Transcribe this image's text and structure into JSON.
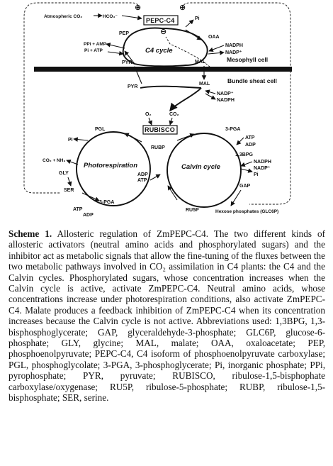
{
  "diagram": {
    "regions": {
      "mesophyll": "Mesophyll cell",
      "bundle": "Bundle sheat cell"
    },
    "cycles": {
      "c4": "C4 cycle",
      "photo": "Photorespiration",
      "calvin": "Calvin cycle"
    },
    "enzymes": {
      "pepc": "PEPC-C4",
      "rubisco": "RUBISCO"
    },
    "symbols": {
      "plus_left": "⊕",
      "plus_right": "⊕",
      "minus": "⊖"
    },
    "metabolites": {
      "atm_co2": "Atmospheric CO₂",
      "hco3": "HCO₃⁻",
      "pi_top": "Pi",
      "pep": "PEP",
      "oaa": "OAA",
      "ppi_amp": "PPi + AMP",
      "pi_atp": "Pi + ATP",
      "nadph_top": "NADPH",
      "nadp_top": "NADP⁺",
      "mal_top": "MAL",
      "pyr_top": "PYR",
      "pyr_bundle": "PYR",
      "mal_bundle": "MAL",
      "nadp_bundle": "NADP⁺",
      "nadph_bundle": "NADPH",
      "o2": "O₂",
      "co2_rub": "CO₂",
      "pgl": "PGL",
      "pi_photo": "Pi",
      "co2_nh3": "CO₂ + NH₃",
      "gly": "GLY",
      "ser": "SER",
      "pga_photo": "3-PGA",
      "atp_photo": "ATP",
      "adp_photo": "ADP",
      "rubp": "RUBP",
      "adp_mid": "ADP",
      "atp_mid": "ATP",
      "pga_calvin": "3-PGA",
      "atp_calvin": "ATP",
      "adp_calvin": "ADP",
      "bpg": "1,3BPG",
      "nadph_calvin": "NADPH",
      "nadp_calvin": "NADP⁺",
      "pi_calvin": "Pi",
      "gap": "GAP",
      "ru5p": "RU5P",
      "hexose": "Hexose phosphates (GLC6P)"
    }
  },
  "caption": {
    "label": "Scheme 1.",
    "text": "Allosteric regulation of ZmPEPC-C4. The two different kinds of allosteric activators (neutral amino acids and phosphorylated sugars) and the inhibitor act as metabolic signals that allow the fine-tuning of the fluxes between the two metabolic pathways involved in CO₂ assimilation in C4 plants: the C4 and the Calvin cycles. Phosphorylated sugars, whose concentration increases when the Calvin cycle is active, activate ZmPEPC-C4. Neutral amino acids, whose concentrations increase under photorespiration conditions, also activate ZmPEPC-C4. Malate produces a feedback inhibition of ZmPEPC-C4 when its concentration increases because the Calvin cycle is not active. Abbreviations used: 1,3BPG, 1,3-bisphosphoglycerate; GAP, glyceraldehyde-3-phosphate; GLC6P, glucose-6-phosphate; GLY, glycine; MAL, malate; OAA, oxaloacetate; PEP, phosphoenolpyruvate; PEPC-C4, C4 isoform of phosphoenolpyruvate carboxylase; PGL, phosphoglycolate; 3-PGA, 3-phosphoglycerate; Pi, inorganic phosphate; PPi, pyrophosphate; PYR, pyruvate; RUBISCO, ribulose-1,5-bisphophate carboxylase/oxygenase; RU5P, ribulose-5-phosphate; RUBP, ribulose-1,5-bisphosphate; SER, serine."
  }
}
